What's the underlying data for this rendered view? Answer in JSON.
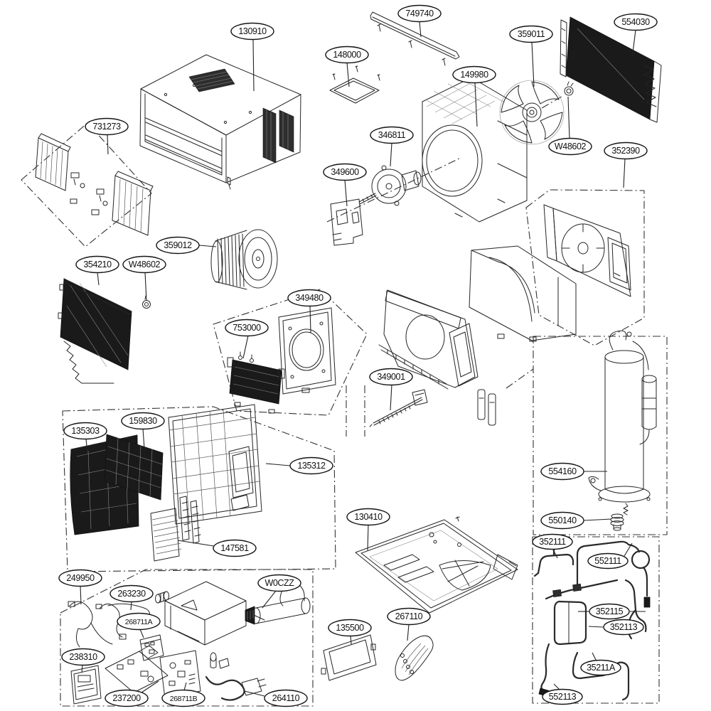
{
  "diagram": {
    "type": "exploded-parts-diagram",
    "subject": "window room air conditioner",
    "background_color": "#ffffff",
    "line_color": "#252525",
    "dark_fill_color": "#1a1a1a",
    "labels": [
      {
        "id": "part-130910",
        "text": "130910"
      },
      {
        "id": "part-749740",
        "text": "749740"
      },
      {
        "id": "part-148000",
        "text": "148000"
      },
      {
        "id": "part-149980",
        "text": "149980"
      },
      {
        "id": "part-359011",
        "text": "359011"
      },
      {
        "id": "part-554030",
        "text": "554030"
      },
      {
        "id": "part-w48602-top",
        "text": "W48602"
      },
      {
        "id": "part-352390",
        "text": "352390"
      },
      {
        "id": "part-346811",
        "text": "346811"
      },
      {
        "id": "part-349600",
        "text": "349600"
      },
      {
        "id": "part-731273",
        "text": "731273"
      },
      {
        "id": "part-359012",
        "text": "359012"
      },
      {
        "id": "part-354210",
        "text": "354210"
      },
      {
        "id": "part-w48602-left",
        "text": "W48602"
      },
      {
        "id": "part-349480",
        "text": "349480"
      },
      {
        "id": "part-753000",
        "text": "753000"
      },
      {
        "id": "part-349001",
        "text": "349001"
      },
      {
        "id": "part-554160",
        "text": "554160"
      },
      {
        "id": "part-550140",
        "text": "550140"
      },
      {
        "id": "part-135303",
        "text": "135303"
      },
      {
        "id": "part-159830",
        "text": "159830"
      },
      {
        "id": "part-135312",
        "text": "135312"
      },
      {
        "id": "part-147581",
        "text": "147581"
      },
      {
        "id": "part-130410",
        "text": "130410"
      },
      {
        "id": "part-135500",
        "text": "135500"
      },
      {
        "id": "part-267110",
        "text": "267110"
      },
      {
        "id": "part-249950",
        "text": "249950"
      },
      {
        "id": "part-263230",
        "text": "263230"
      },
      {
        "id": "part-w0czz",
        "text": "W0CZZ"
      },
      {
        "id": "part-268711a",
        "text": "268711A"
      },
      {
        "id": "part-238310",
        "text": "238310"
      },
      {
        "id": "part-237200",
        "text": "237200"
      },
      {
        "id": "part-268711b",
        "text": "268711B"
      },
      {
        "id": "part-264110",
        "text": "264110"
      },
      {
        "id": "part-352111",
        "text": "352111"
      },
      {
        "id": "part-552111",
        "text": "552111"
      },
      {
        "id": "part-352115",
        "text": "352115"
      },
      {
        "id": "part-352113",
        "text": "352113"
      },
      {
        "id": "part-35211a",
        "text": "35211A"
      },
      {
        "id": "part-552113",
        "text": "552113"
      }
    ]
  }
}
